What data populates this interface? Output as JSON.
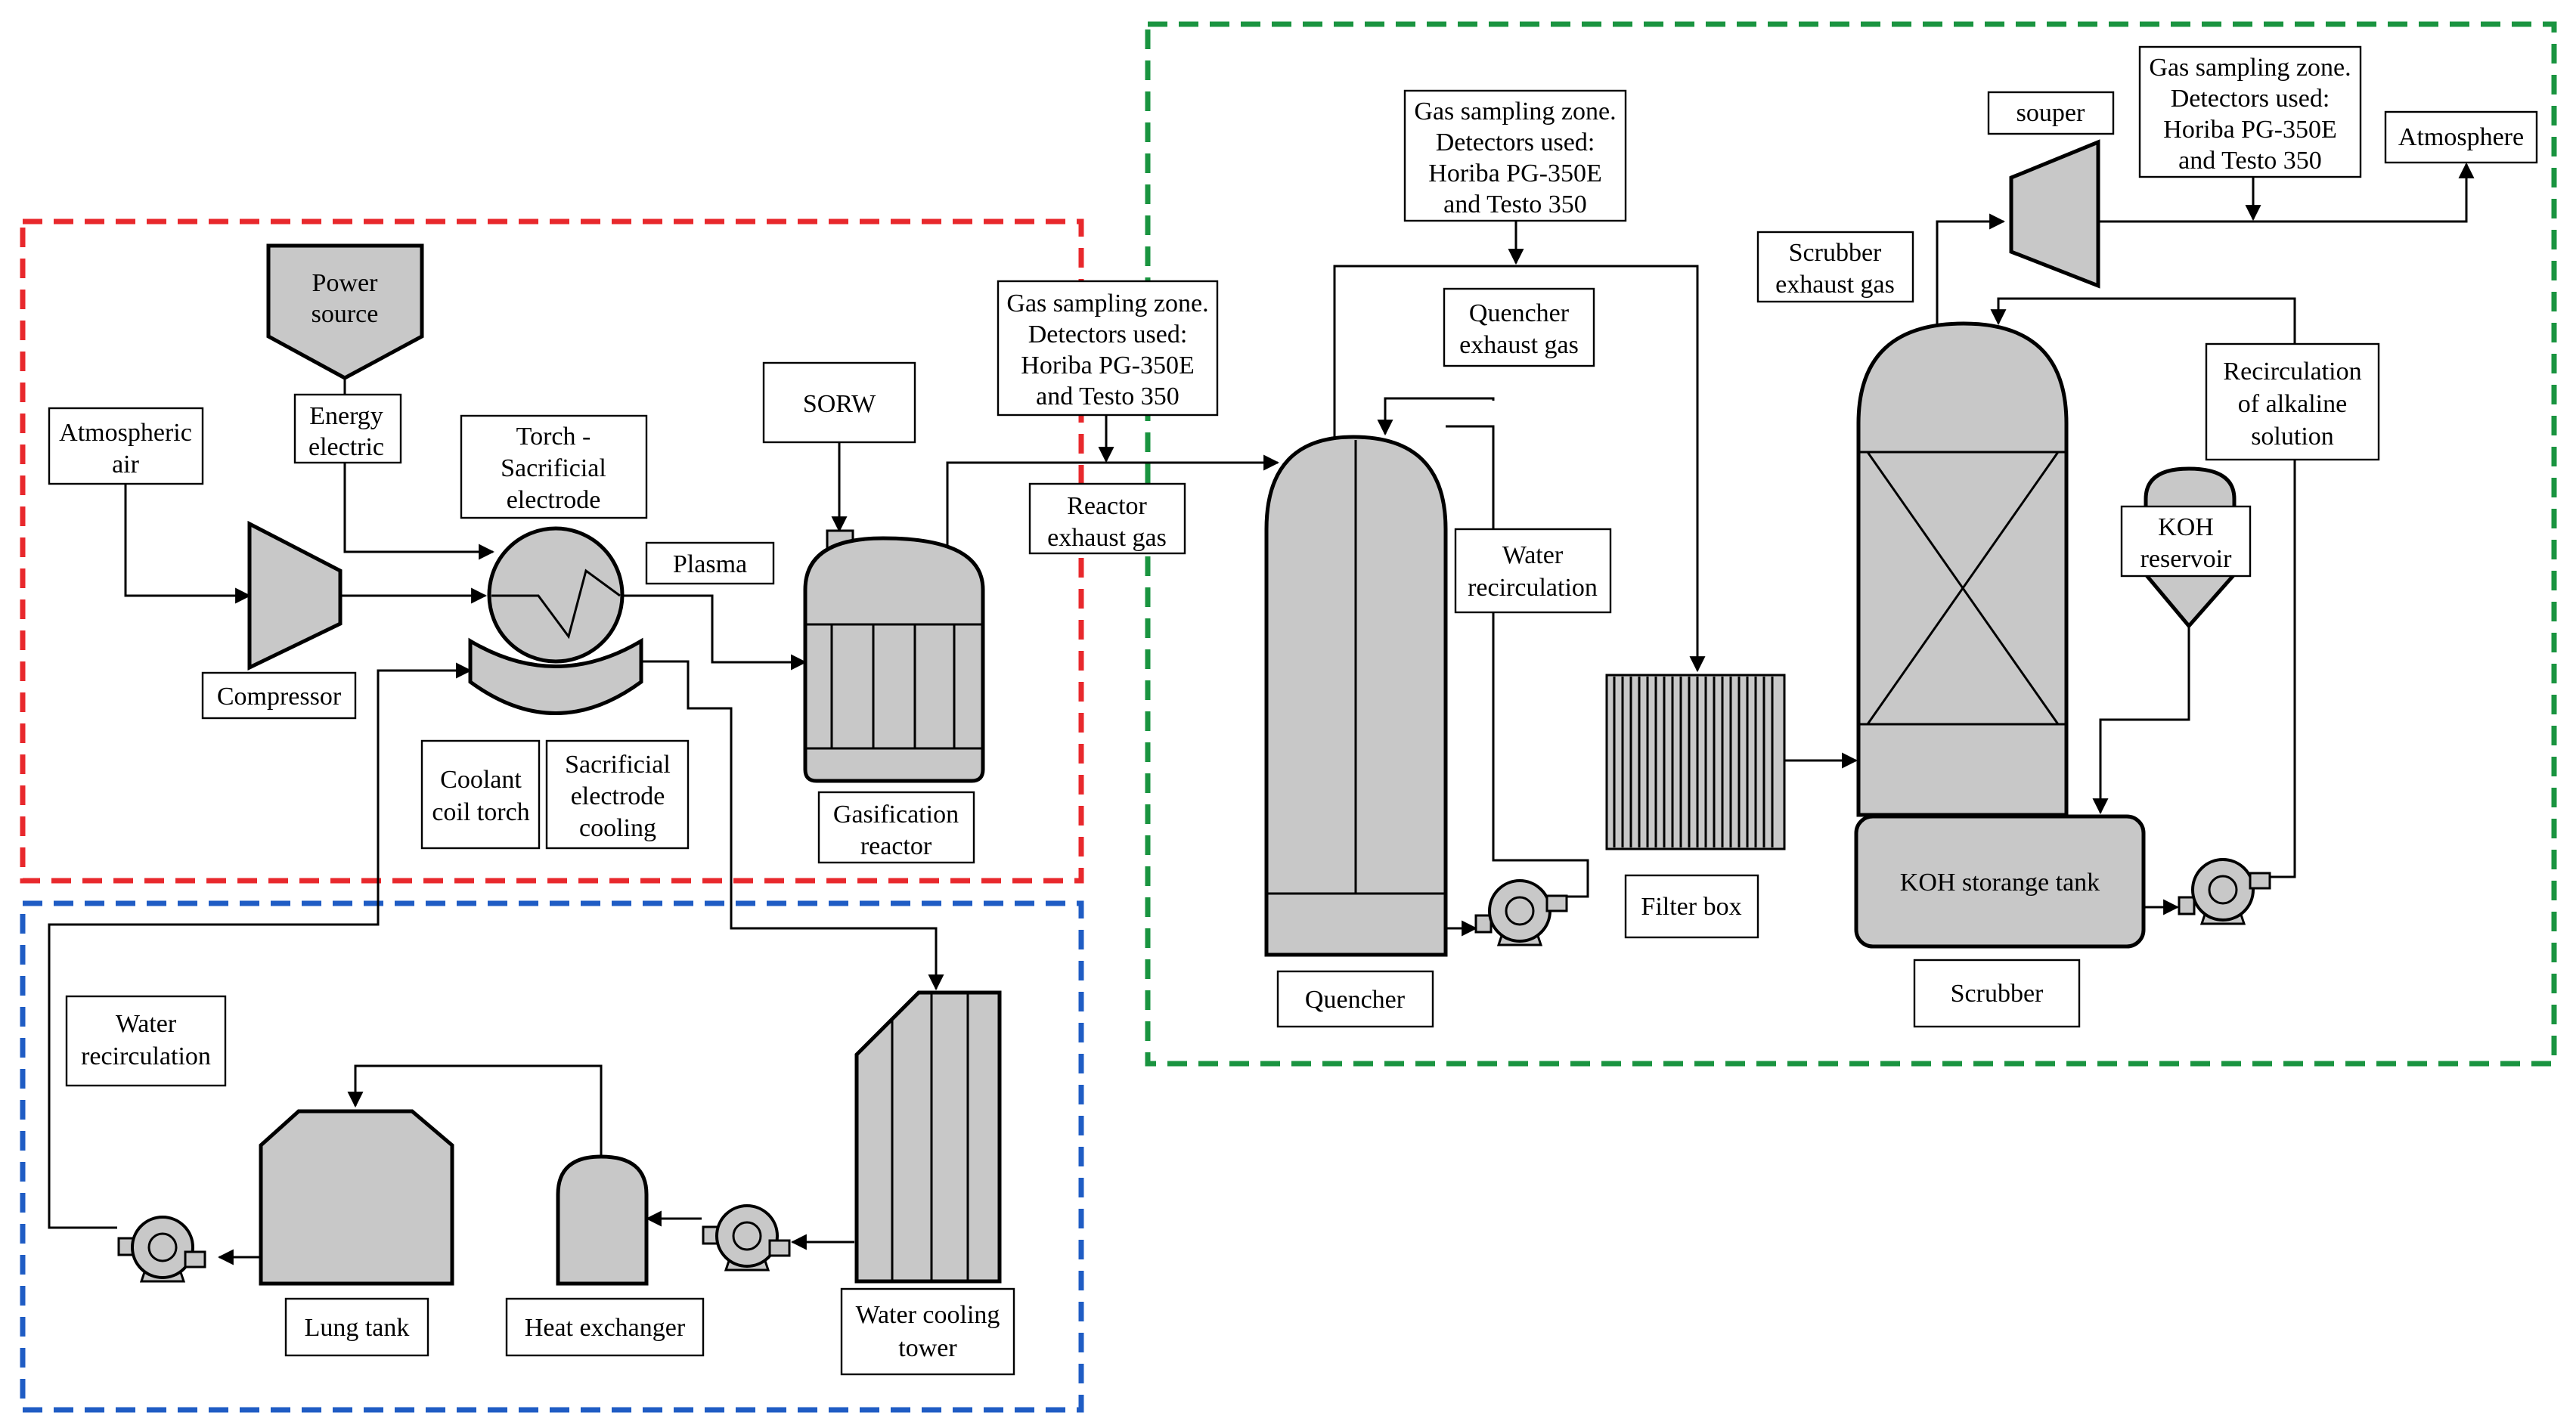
{
  "zones": {
    "plasma_zone_color": "#e8282c",
    "cooling_zone_color": "#1f5cc4",
    "gas_treatment_zone_color": "#1a9440"
  },
  "labels": {
    "power_source": [
      "Power",
      "source"
    ],
    "energy_electric": [
      "Energy",
      "electric"
    ],
    "atmospheric_air": [
      "Atmospheric",
      "air"
    ],
    "torch": [
      "Torch -",
      "Sacrificial",
      "electrode"
    ],
    "compressor": [
      "Compressor"
    ],
    "plasma": [
      "Plasma"
    ],
    "sorw": [
      "SORW"
    ],
    "coolant_coil_torch": [
      "Coolant",
      "coil torch"
    ],
    "sacrificial_electrode_cooling": [
      "Sacrificial",
      "electrode",
      "cooling"
    ],
    "gasification_reactor": [
      "Gasification",
      "reactor"
    ],
    "gas_sampling_1": [
      "Gas sampling zone.",
      "Detectors used:",
      "Horiba PG-350E",
      "and Testo 350"
    ],
    "reactor_exhaust_gas": [
      "Reactor",
      "exhaust gas"
    ],
    "gas_sampling_2": [
      "Gas sampling zone.",
      "Detectors used:",
      "Horiba PG-350E",
      "and Testo 350"
    ],
    "quencher_exhaust_gas": [
      "Quencher",
      "exhaust gas"
    ],
    "water_recirculation_quencher": [
      "Water",
      "recirculation"
    ],
    "quencher": [
      "Quencher"
    ],
    "filter_box": [
      "Filter box"
    ],
    "souper": [
      "souper"
    ],
    "gas_sampling_3": [
      "Gas sampling zone.",
      "Detectors used:",
      "Horiba PG-350E",
      "and Testo 350"
    ],
    "atmosphere": [
      "Atmosphere"
    ],
    "scrubber_exhaust_gas": [
      "Scrubber",
      "exhaust gas"
    ],
    "recirculation_alkaline": [
      "Recirculation",
      "of alkaline",
      "solution"
    ],
    "koh_reservoir": [
      "KOH",
      "reservoir"
    ],
    "koh_storage_tank": [
      "KOH storange tank"
    ],
    "scrubber": [
      "Scrubber"
    ],
    "water_recirculation_cooling": [
      "Water",
      "recirculation"
    ],
    "lung_tank": [
      "Lung tank"
    ],
    "heat_exchanger": [
      "Heat exchanger"
    ],
    "water_cooling_tower": [
      "Water cooling",
      "tower"
    ]
  }
}
